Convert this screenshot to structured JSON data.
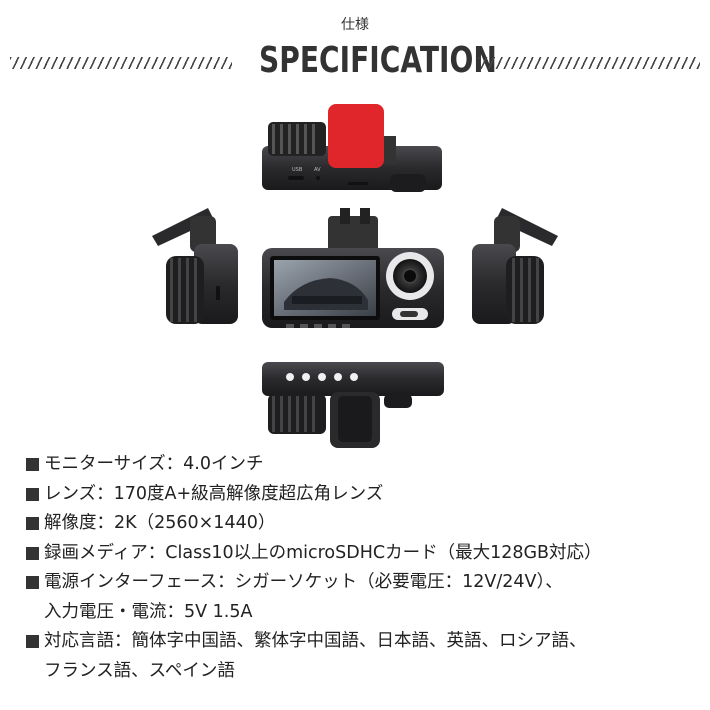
{
  "header": {
    "subtitle": "仕様",
    "title": "SPECIFICATION"
  },
  "figure": {
    "port_labels": [
      "USB",
      "AV"
    ]
  },
  "specs": [
    {
      "lines": [
        "モニターサイズ：4.0インチ"
      ]
    },
    {
      "lines": [
        "レンズ：170度A+級高解像度超広角レンズ"
      ]
    },
    {
      "lines": [
        "解像度：2K（2560×1440）"
      ]
    },
    {
      "lines": [
        "録画メディア：Class10以上のmicroSDHCカード（最大128GB対応）"
      ]
    },
    {
      "lines": [
        "電源インターフェース：シガーソケット（必要電圧：12V/24V）、",
        "入力電圧・電流：5V 1.5A"
      ]
    },
    {
      "lines": [
        "対応言語：簡体字中国語、繁体字中国語、日本語、英語、ロシア語、",
        "フランス語、スペイン語"
      ]
    }
  ],
  "colors": {
    "body": "#2b2b2d",
    "mount_red": "#e0262a",
    "text": "#222222"
  }
}
